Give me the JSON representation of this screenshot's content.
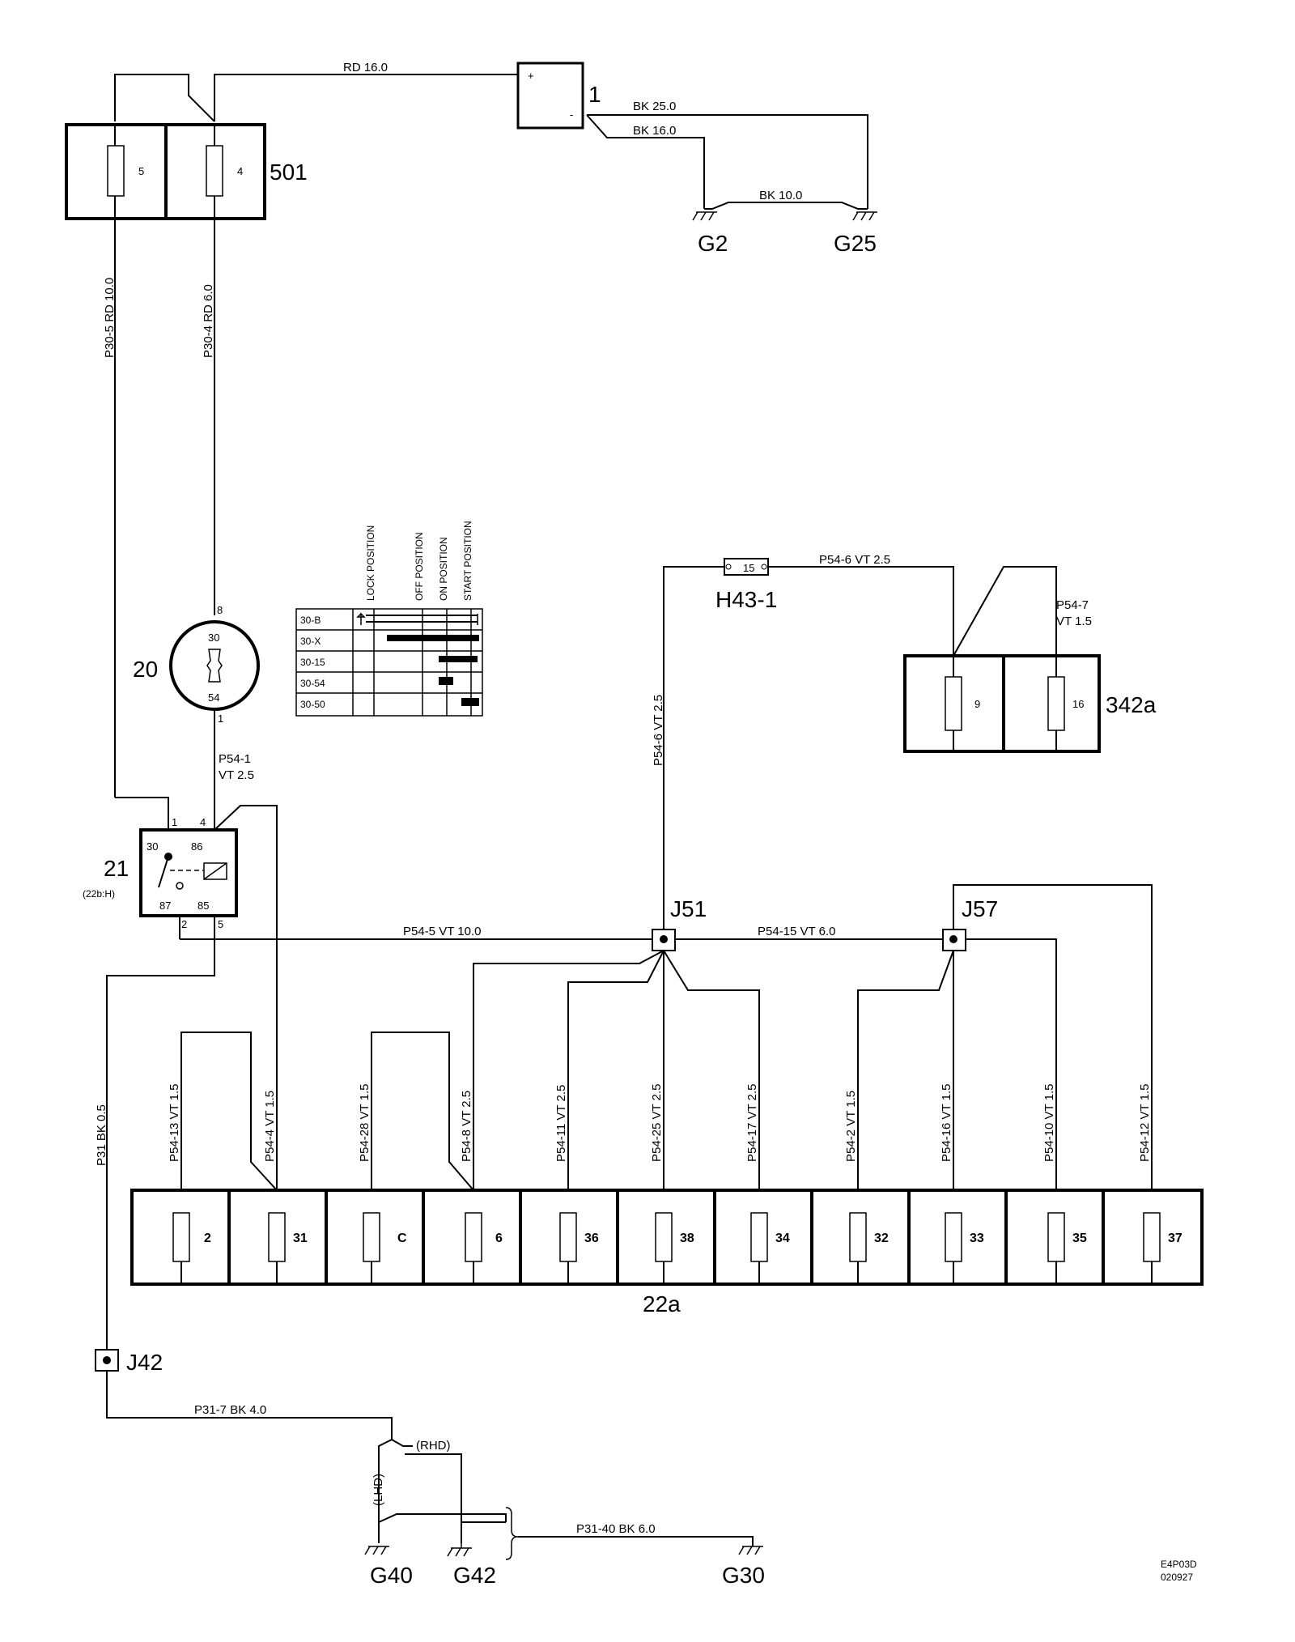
{
  "components": {
    "battery": {
      "id": "1",
      "plus": "+",
      "minus": "-"
    },
    "fuse_box_501": {
      "id": "501",
      "fuses": [
        "5",
        "4"
      ]
    },
    "ignition_switch": {
      "id": "20",
      "terminal_top": "30",
      "terminal_bottom": "54",
      "pin_top": "8",
      "pin_bottom": "1"
    },
    "relay": {
      "id": "21",
      "sub": "(22b:H)",
      "t30": "30",
      "t86": "86",
      "t87": "87",
      "t85": "85",
      "pin1": "1",
      "pin4": "4",
      "pin2": "2",
      "pin5": "5"
    },
    "connector_h43": {
      "id": "H43-1",
      "pin": "15"
    },
    "fuse_box_342a": {
      "id": "342a",
      "fuses": [
        "9",
        "16"
      ]
    },
    "fuse_box_22a": {
      "id": "22a",
      "fuses": [
        "2",
        "31",
        "C",
        "6",
        "36",
        "38",
        "34",
        "32",
        "33",
        "35",
        "37"
      ]
    },
    "junctions": {
      "j51": "J51",
      "j57": "J57",
      "j42": "J42"
    },
    "grounds": {
      "g2": "G2",
      "g25": "G25",
      "g40": "G40",
      "g42": "G42",
      "g30": "G30"
    }
  },
  "wires": {
    "rd16": "RD  16.0",
    "bk25": "BK  25.0",
    "bk16": "BK  16.0",
    "bk10": "BK  10.0",
    "p30_5": "P30-5  RD  10.0",
    "p30_4": "P30-4  RD  6.0",
    "p54_1a": "P54-1",
    "p54_1b": "VT   2.5",
    "p54_6h": "P54-6  VT   2.5",
    "p54_7a": "P54-7",
    "p54_7b": "VT   1.5",
    "p54_6v": "P54-6  VT  2.5",
    "p54_5": "P54-5  VT  10.0",
    "p54_15": "P54-15  VT   6.0",
    "p31v": "P31  BK  0.5",
    "p31_7": "P31-7  BK  4.0",
    "p31_40": "P31-40  BK  6.0",
    "rhd": "(RHD)",
    "lhd": "(LHD)",
    "drops": [
      "P54-13  VT  1.5",
      "P54-4  VT  1.5",
      "P54-28  VT  1.5",
      "P54-8  VT  2.5",
      "P54-11  VT  2.5",
      "P54-25  VT  2.5",
      "P54-17  VT  2.5",
      "P54-2  VT  1.5",
      "P54-16  VT  1.5",
      "P54-10  VT  1.5",
      "P54-12  VT  1.5"
    ]
  },
  "switch_table": {
    "headers": [
      "LOCK POSITION",
      "OFF POSITION",
      "ON POSITION",
      "START POSITION"
    ],
    "rows": [
      "30-B",
      "30-X",
      "30-15",
      "30-54",
      "30-50"
    ]
  },
  "footer": {
    "code": "E4P03D",
    "date": "020927"
  }
}
